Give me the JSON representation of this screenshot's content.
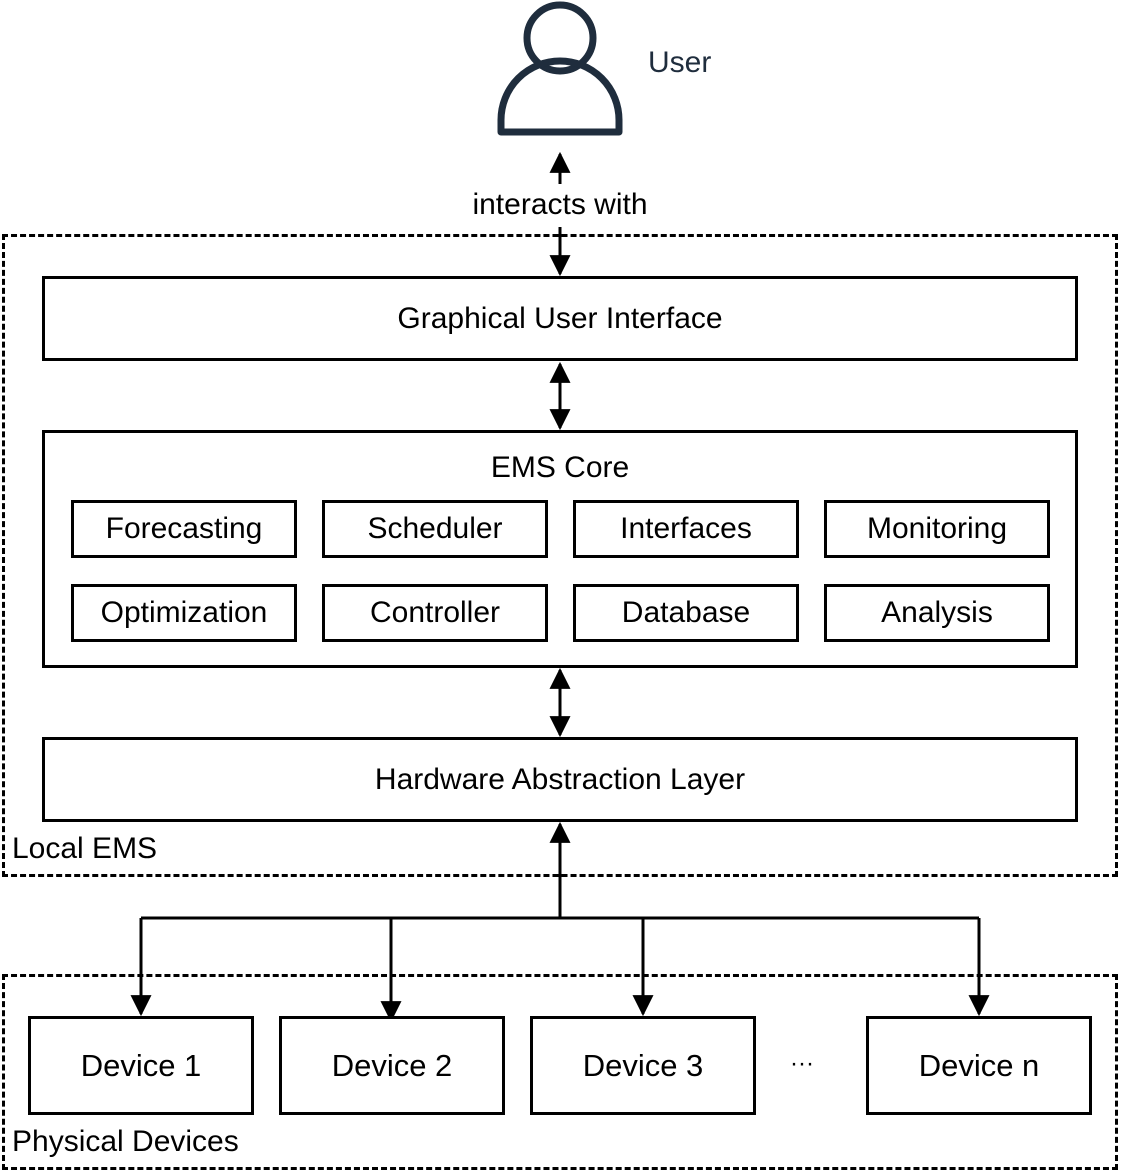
{
  "user": {
    "label": "User",
    "icon": "user-icon",
    "color": "#1f2d3d"
  },
  "connector": {
    "interacts_label": "interacts with"
  },
  "local_ems": {
    "label": "Local EMS",
    "gui": "Graphical User Interface",
    "core": {
      "title": "EMS Core",
      "modules": [
        "Forecasting",
        "Scheduler",
        "Interfaces",
        "Monitoring",
        "Optimization",
        "Controller",
        "Database",
        "Analysis"
      ]
    },
    "hal": "Hardware Abstraction Layer"
  },
  "physical_devices": {
    "label": "Physical Devices",
    "devices": [
      "Device 1",
      "Device 2",
      "Device 3",
      "Device n"
    ],
    "ellipsis": "···"
  }
}
